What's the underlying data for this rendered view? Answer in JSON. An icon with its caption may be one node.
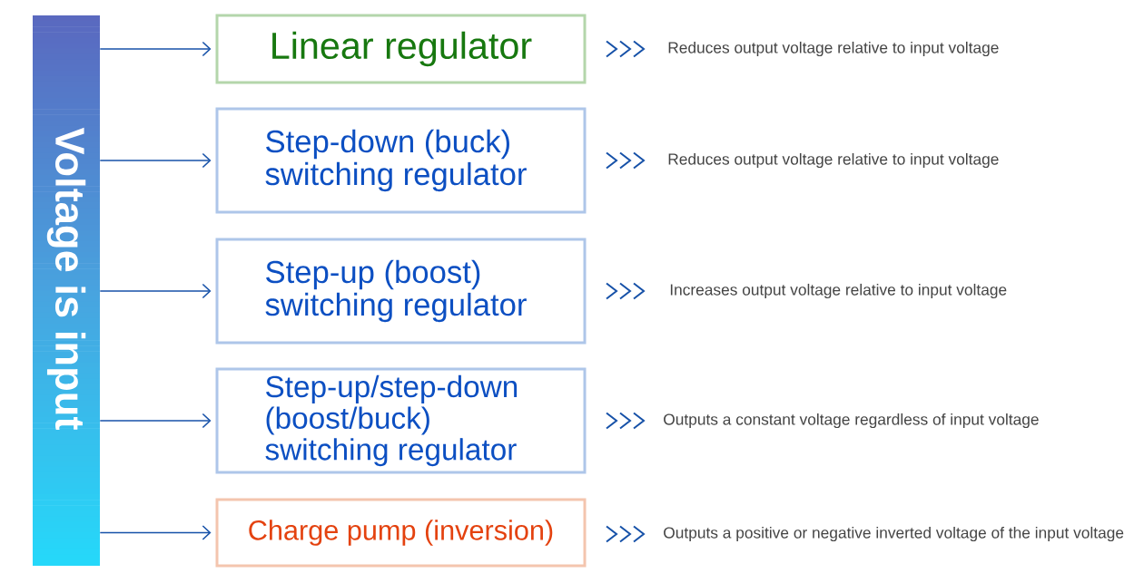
{
  "diagram": {
    "nodes": [
      {
        "text": [
          "Voltage is input"
        ]
      },
      {
        "text": [
          "Linear regulator"
        ]
      },
      {
        "text": [
          "Step-down (buck) switching regulator"
        ]
      },
      {
        "text": [
          "Step-up (boost) switching regulator"
        ]
      },
      {
        "text": [
          "Step-up/step-down (boost/buck) switching regulator"
        ]
      },
      {
        "text": [
          "Charge pump (inversion)"
        ]
      }
    ],
    "edges": [
      {
        "from": 0,
        "to": 1,
        "arrow": "to"
      },
      {
        "from": 0,
        "to": 2,
        "arrow": "to"
      },
      {
        "from": 0,
        "to": 3,
        "arrow": "to"
      },
      {
        "from": 0,
        "to": 4,
        "arrow": "to"
      },
      {
        "from": 0,
        "to": 5,
        "arrow": "to"
      }
    ],
    "labels": [
      "Reduces output voltage relative to input voltage",
      "Reduces output voltage relative to input voltage",
      "Increases output voltage relative to input voltage",
      "Outputs a constant voltage regardless of input voltage",
      "Outputs a positive or negative inverted voltage of the input voltage"
    ]
  }
}
